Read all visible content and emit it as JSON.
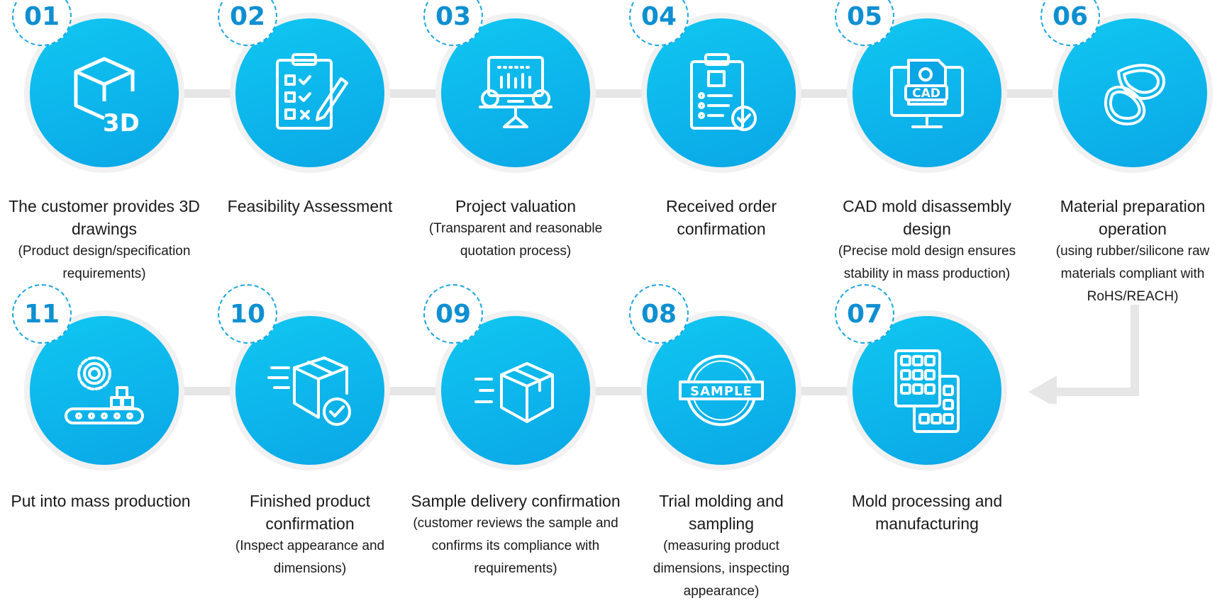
{
  "steps": [
    {
      "number": "01",
      "icon": "3d-box-icon",
      "title": "The customer provides 3D drawings",
      "desc": "(Product design/specification requirements)"
    },
    {
      "number": "02",
      "icon": "checklist-clipboard-icon",
      "title": "Feasibility Assessment",
      "desc": ""
    },
    {
      "number": "03",
      "icon": "valuation-scale-icon",
      "title": "Project valuation",
      "desc": "(Transparent and reasonable quotation process)"
    },
    {
      "number": "04",
      "icon": "order-confirmation-clipboard-icon",
      "title": "Received order confirmation",
      "desc": ""
    },
    {
      "number": "05",
      "icon": "cad-monitor-icon",
      "title": "CAD mold disassembly design",
      "desc": "(Precise mold design ensures stability in mass production)"
    },
    {
      "number": "06",
      "icon": "rubber-loops-icon",
      "title": "Material preparation operation",
      "desc": "(using rubber/silicone raw materials compliant with RoHS/REACH)"
    },
    {
      "number": "07",
      "icon": "mold-grid-icon",
      "title": "Mold processing and manufacturing",
      "desc": ""
    },
    {
      "number": "08",
      "icon": "sample-stamp-icon",
      "title": "Trial molding and sampling",
      "desc": "(measuring product dimensions, inspecting appearance)"
    },
    {
      "number": "09",
      "icon": "fast-delivery-box-icon",
      "title": "Sample delivery confirmation",
      "desc": "(customer reviews the sample and confirms its compliance with requirements)"
    },
    {
      "number": "10",
      "icon": "box-checked-icon",
      "title": "Finished product confirmation",
      "desc": "(Inspect appearance and dimensions)"
    },
    {
      "number": "11",
      "icon": "gear-conveyor-icon",
      "title": "Put into mass production",
      "desc": ""
    }
  ],
  "icon_text": {
    "three_d": "3D",
    "cad": "CAD",
    "sample": "SAMPLE"
  },
  "colors": {
    "circle": "#0aa6e6",
    "number": "#0e8fd2",
    "connector": "#e6e6e6"
  }
}
